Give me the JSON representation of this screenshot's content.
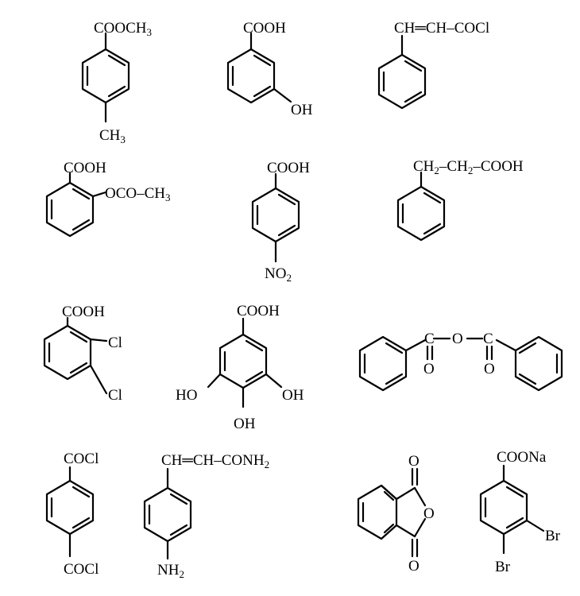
{
  "compounds": [
    {
      "labels": [
        "COOCH",
        "3",
        "CH",
        "3"
      ]
    },
    {
      "labels": [
        "COOH",
        "OH"
      ]
    },
    {
      "labels": [
        "CH═CH–COCl"
      ]
    },
    {
      "labels": [
        "COOH",
        "OCO–CH",
        "3"
      ]
    },
    {
      "labels": [
        "COOH",
        "NO",
        "2"
      ]
    },
    {
      "labels": [
        "CH",
        "2",
        "–CH",
        "2",
        "–COOH"
      ]
    },
    {
      "labels": [
        "COOH",
        "Cl",
        "Cl"
      ]
    },
    {
      "labels": [
        "COOH",
        "HO",
        "OH",
        "OH"
      ]
    },
    {
      "labels": [
        "C",
        "O",
        "C",
        "O",
        "O"
      ]
    },
    {
      "labels": [
        "COCl",
        "COCl"
      ]
    },
    {
      "labels": [
        "CH═CH–CONH",
        "2",
        "NH",
        "2"
      ]
    },
    {
      "labels": [
        "O",
        "O",
        "O"
      ]
    },
    {
      "labels": [
        "COONa",
        "Br",
        "Br"
      ]
    }
  ]
}
